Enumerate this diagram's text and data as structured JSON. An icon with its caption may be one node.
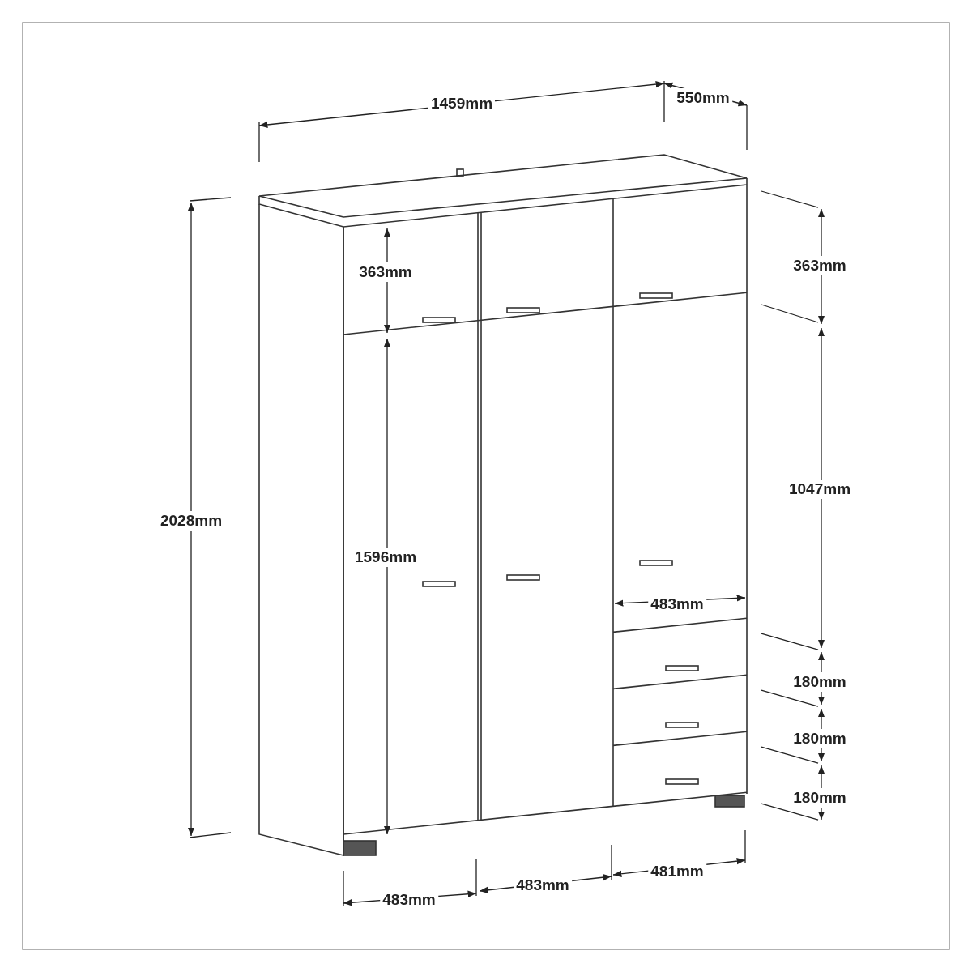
{
  "diagram": {
    "labels": [
      "550mm",
      "1459mm",
      "363mm",
      "363mm",
      "1047mm",
      "1596mm",
      "2028mm",
      "483mm",
      "180mm",
      "180mm",
      "180mm",
      "481mm",
      "483mm",
      "483mm"
    ]
  }
}
